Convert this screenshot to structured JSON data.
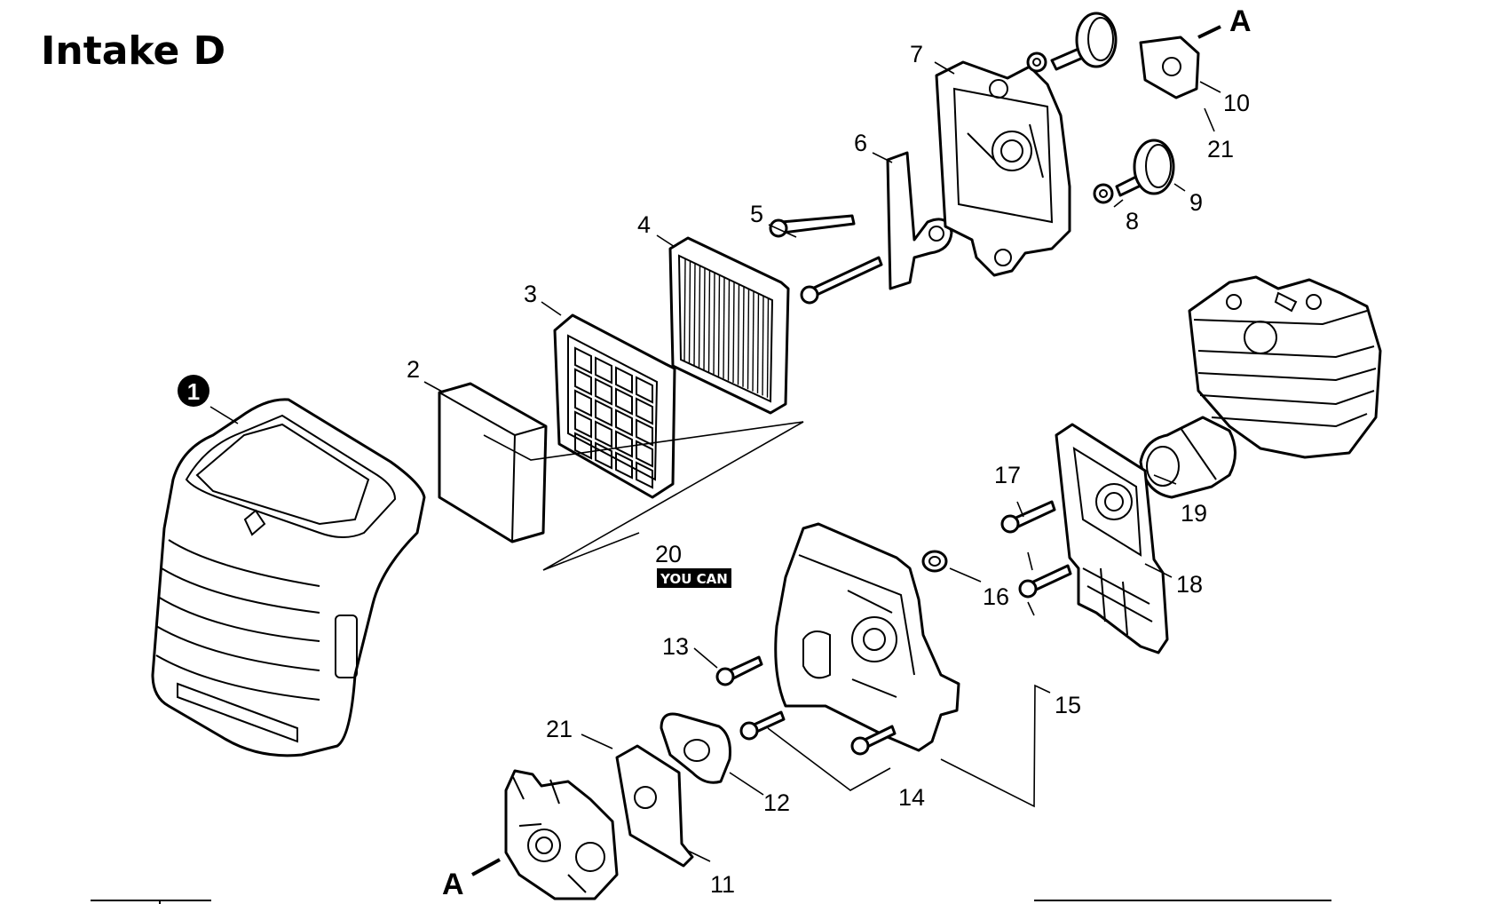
{
  "title": "Intake D",
  "callouts": {
    "c1": "1",
    "c2": "2",
    "c3": "3",
    "c4": "4",
    "c5": "5",
    "c6": "6",
    "c7": "7",
    "c8": "8",
    "c9": "9",
    "c10": "10",
    "c11": "11",
    "c12": "12",
    "c13": "13",
    "c14": "14",
    "c15": "15",
    "c16": "16",
    "c17": "17",
    "c18": "18",
    "c19": "19",
    "c20": "20",
    "c21_top": "21",
    "c21_bottom": "21"
  },
  "connection_marker": {
    "top": "A",
    "bottom": "A"
  },
  "watermark": {
    "text": "YOU CAN"
  },
  "colors": {
    "line": "#000000",
    "background": "#ffffff",
    "callout_1_fill": "#000000"
  }
}
